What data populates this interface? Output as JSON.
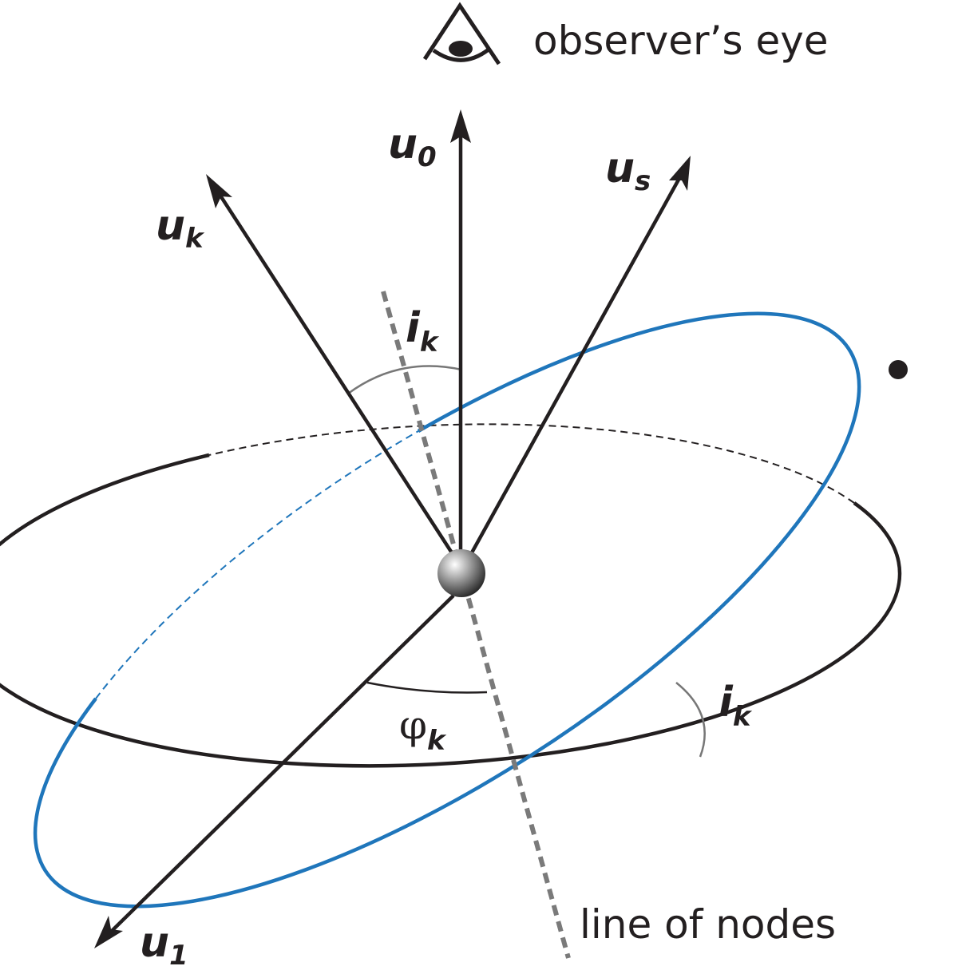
{
  "colors": {
    "ink": "#231f20",
    "orbit": "#1f76bb",
    "node_line": "#7a7a7a",
    "angle_arc": "#777777"
  },
  "icons": {
    "eye": "eye-icon",
    "central_body": "sphere"
  },
  "labels": {
    "observer": "observer’s eye",
    "u0": {
      "main": "u",
      "sub": "0"
    },
    "uk": {
      "main": "u",
      "sub": "k"
    },
    "us": {
      "main": "u",
      "sub": "s"
    },
    "u1": {
      "main": "u",
      "sub": "1"
    },
    "ik_top": {
      "main": "i",
      "sub": "k"
    },
    "ik_right": {
      "main": "i",
      "sub": "k"
    },
    "phik": {
      "main": "φ",
      "sub": "k"
    },
    "line_of_nodes": "line of nodes"
  }
}
